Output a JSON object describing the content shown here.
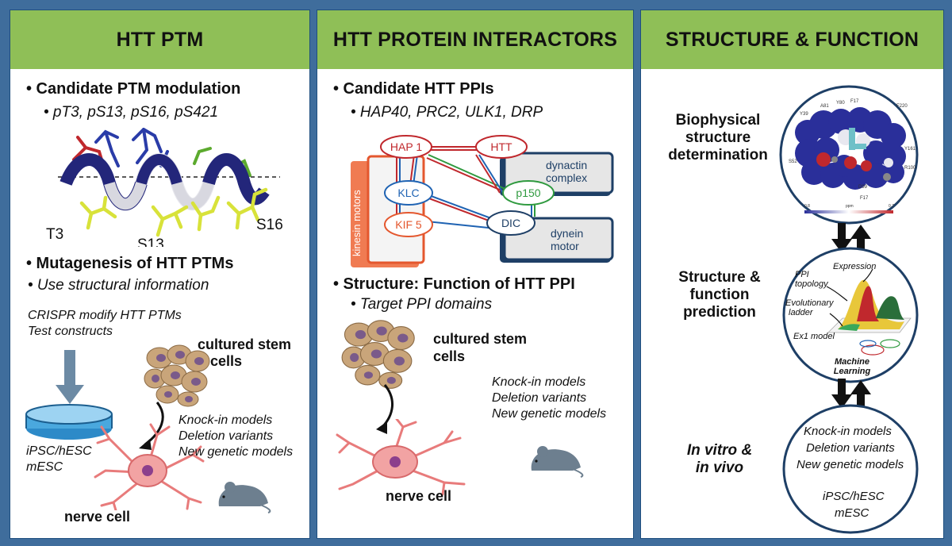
{
  "panels": [
    {
      "title": "HTT PTM",
      "section1_heading": "• Candidate PTM modulation",
      "section1_sub": "•  pT3, pS13, pS16, pS421",
      "residue_labels": [
        "T3",
        "S13",
        "S16"
      ],
      "section2_heading": "• Mutagenesis of HTT PTMs",
      "section2_sub": "• Use structural information",
      "crispr_lines": [
        "CRISPR modify HTT PTMs",
        "Test constructs"
      ],
      "stem_cells_label": [
        "cultured stem",
        "cells"
      ],
      "dish_labels": [
        "iPSC/hESC",
        "mESC"
      ],
      "models": [
        "Knock-in models",
        "Deletion variants",
        "New genetic models"
      ],
      "nerve_label": "nerve cell"
    },
    {
      "title": "HTT PROTEIN INTERACTORS",
      "section1_heading": "• Candidate HTT PPIs",
      "section1_sub": "•  HAP40, PRC2, ULK1, DRP",
      "network": {
        "kinesin_box": "kinesin motors",
        "dynactin_box": [
          "dynactin",
          "complex"
        ],
        "dynein_box": [
          "dynein",
          "motor"
        ],
        "nodes": [
          "HAP 1",
          "HTT",
          "KLC",
          "KIF 5",
          "p150",
          "DIC"
        ]
      },
      "section2_heading": "• Structure: Function of HTT PPI",
      "section2_sub": "• Target PPI domains",
      "stem_cells_label": [
        "cultured stem",
        "cells"
      ],
      "models": [
        "Knock-in models",
        "Deletion variants",
        "New genetic models"
      ],
      "nerve_label": "nerve cell"
    },
    {
      "title": "STRUCTURE & FUNCTION",
      "row1_label": [
        "Biophysical",
        "structure",
        "determination"
      ],
      "row2_label": [
        "Structure &",
        "function",
        "prediction"
      ],
      "row3_label": [
        "In vitro &",
        "in vivo"
      ],
      "protein_residues": [
        "A81",
        "Y80",
        "F17",
        "F220",
        "Y39",
        "Y161",
        "S52",
        "R100",
        "D99",
        "F17"
      ],
      "scale": [
        "0.8",
        "ppm",
        "0.7"
      ],
      "ml_labels": {
        "expression": "Expression",
        "ppi": [
          "PPI",
          "topology"
        ],
        "evo": [
          "Evolutionary",
          "ladder"
        ],
        "ex1": "Ex1 model",
        "ml": [
          "Machine",
          "Learning"
        ]
      },
      "circle3_lines": [
        "Knock-in models",
        "Deletion variants",
        "New genetic models"
      ],
      "circle3_cells": [
        "iPSC/hESC",
        "mESC"
      ]
    }
  ],
  "colors": {
    "frame": "#3f6d9c",
    "header": "#8fbf57",
    "kinesin": "#e4572e",
    "dynactin_border": "#1e3f66",
    "hap_red": "#c0282d",
    "klc_blue": "#1f63b3",
    "p150_green": "#2f9a3f",
    "helix": "#23267a"
  }
}
